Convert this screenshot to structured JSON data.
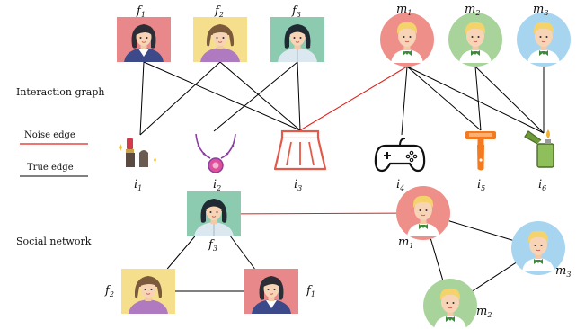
{
  "texts": {
    "interaction_graph": "Interaction graph",
    "social_network": "Social network",
    "noise_edge": "Noise edge",
    "true_edge": "True edge"
  },
  "colors": {
    "noise_edge": "#e0211c",
    "true_edge": "#000000",
    "female_red_bg": "#e8888a",
    "female_yellow_bg": "#f6df8c",
    "female_teal_bg": "#8ccbb0",
    "male_red_bg": "#ef8f89",
    "male_green_bg": "#a8d49b",
    "male_blue_bg": "#a7d5f0"
  },
  "users": {
    "f1": {
      "base": "f",
      "sub": "1"
    },
    "f2": {
      "base": "f",
      "sub": "2"
    },
    "f3": {
      "base": "f",
      "sub": "3"
    },
    "m1": {
      "base": "m",
      "sub": "1"
    },
    "m2": {
      "base": "m",
      "sub": "2"
    },
    "m3": {
      "base": "m",
      "sub": "3"
    }
  },
  "items": {
    "i1": {
      "base": "i",
      "sub": "1",
      "icon": "lipstick-icon"
    },
    "i2": {
      "base": "i",
      "sub": "2",
      "icon": "necklace-icon"
    },
    "i3": {
      "base": "i",
      "sub": "3",
      "icon": "skirt-icon"
    },
    "i4": {
      "base": "i",
      "sub": "4",
      "icon": "gamepad-icon"
    },
    "i5": {
      "base": "i",
      "sub": "5",
      "icon": "razor-icon"
    },
    "i6": {
      "base": "i",
      "sub": "6",
      "icon": "lighter-icon"
    }
  },
  "interaction_edges": [
    {
      "from": "f1",
      "to": "i1",
      "type": "true"
    },
    {
      "from": "f1",
      "to": "i3",
      "type": "true"
    },
    {
      "from": "f2",
      "to": "i1",
      "type": "true"
    },
    {
      "from": "f2",
      "to": "i3",
      "type": "true"
    },
    {
      "from": "f3",
      "to": "i2",
      "type": "true"
    },
    {
      "from": "f3",
      "to": "i3",
      "type": "true"
    },
    {
      "from": "m1",
      "to": "i3",
      "type": "noise"
    },
    {
      "from": "m1",
      "to": "i4",
      "type": "true"
    },
    {
      "from": "m1",
      "to": "i5",
      "type": "true"
    },
    {
      "from": "m1",
      "to": "i6",
      "type": "true"
    },
    {
      "from": "m2",
      "to": "i5",
      "type": "true"
    },
    {
      "from": "m2",
      "to": "i6",
      "type": "true"
    },
    {
      "from": "m3",
      "to": "i6",
      "type": "true"
    }
  ],
  "social_edges": [
    {
      "from": "f3",
      "to": "f2",
      "type": "true"
    },
    {
      "from": "f3",
      "to": "f1",
      "type": "true"
    },
    {
      "from": "f2",
      "to": "f1",
      "type": "true"
    },
    {
      "from": "f3",
      "to": "m1",
      "type": "noise"
    },
    {
      "from": "m1",
      "to": "m3",
      "type": "true"
    },
    {
      "from": "m1",
      "to": "m2",
      "type": "true"
    },
    {
      "from": "m3",
      "to": "m2",
      "type": "true"
    }
  ]
}
